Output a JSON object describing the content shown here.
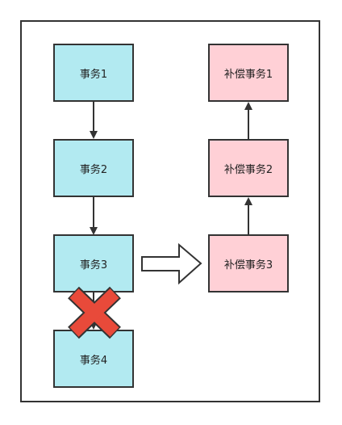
{
  "transactions": [
    {
      "label": "事务1"
    },
    {
      "label": "事务2"
    },
    {
      "label": "事务3"
    },
    {
      "label": "事务4"
    }
  ],
  "compensations": [
    {
      "label": "补偿事务1"
    },
    {
      "label": "补偿事务2"
    },
    {
      "label": "补偿事务3"
    }
  ],
  "colors": {
    "transaction_fill": "#b2eaf1",
    "compensation_fill": "#ffd0d6",
    "border": "#333333",
    "failure_cross": "#e84a3a"
  },
  "icons": {
    "failure": "cross-icon",
    "compensate": "hollow-arrow-right-icon"
  }
}
